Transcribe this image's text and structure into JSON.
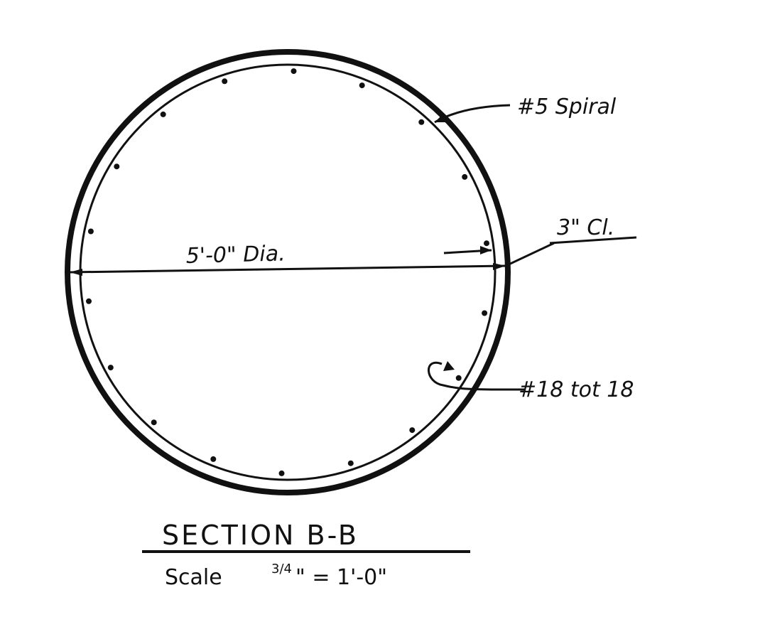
{
  "diagram": {
    "dimension_label": "5'-0\" Dia.",
    "spiral_label": "#5 Spiral",
    "cover_label": "3\" Cl.",
    "bars_label": "#18 tot 18",
    "title": "SECTION B-B",
    "scale_prefix": "Scale",
    "scale_fraction": "3/4",
    "scale_value": "\" = 1'-0\"",
    "line_color": "#111111",
    "bar_count": 18
  }
}
